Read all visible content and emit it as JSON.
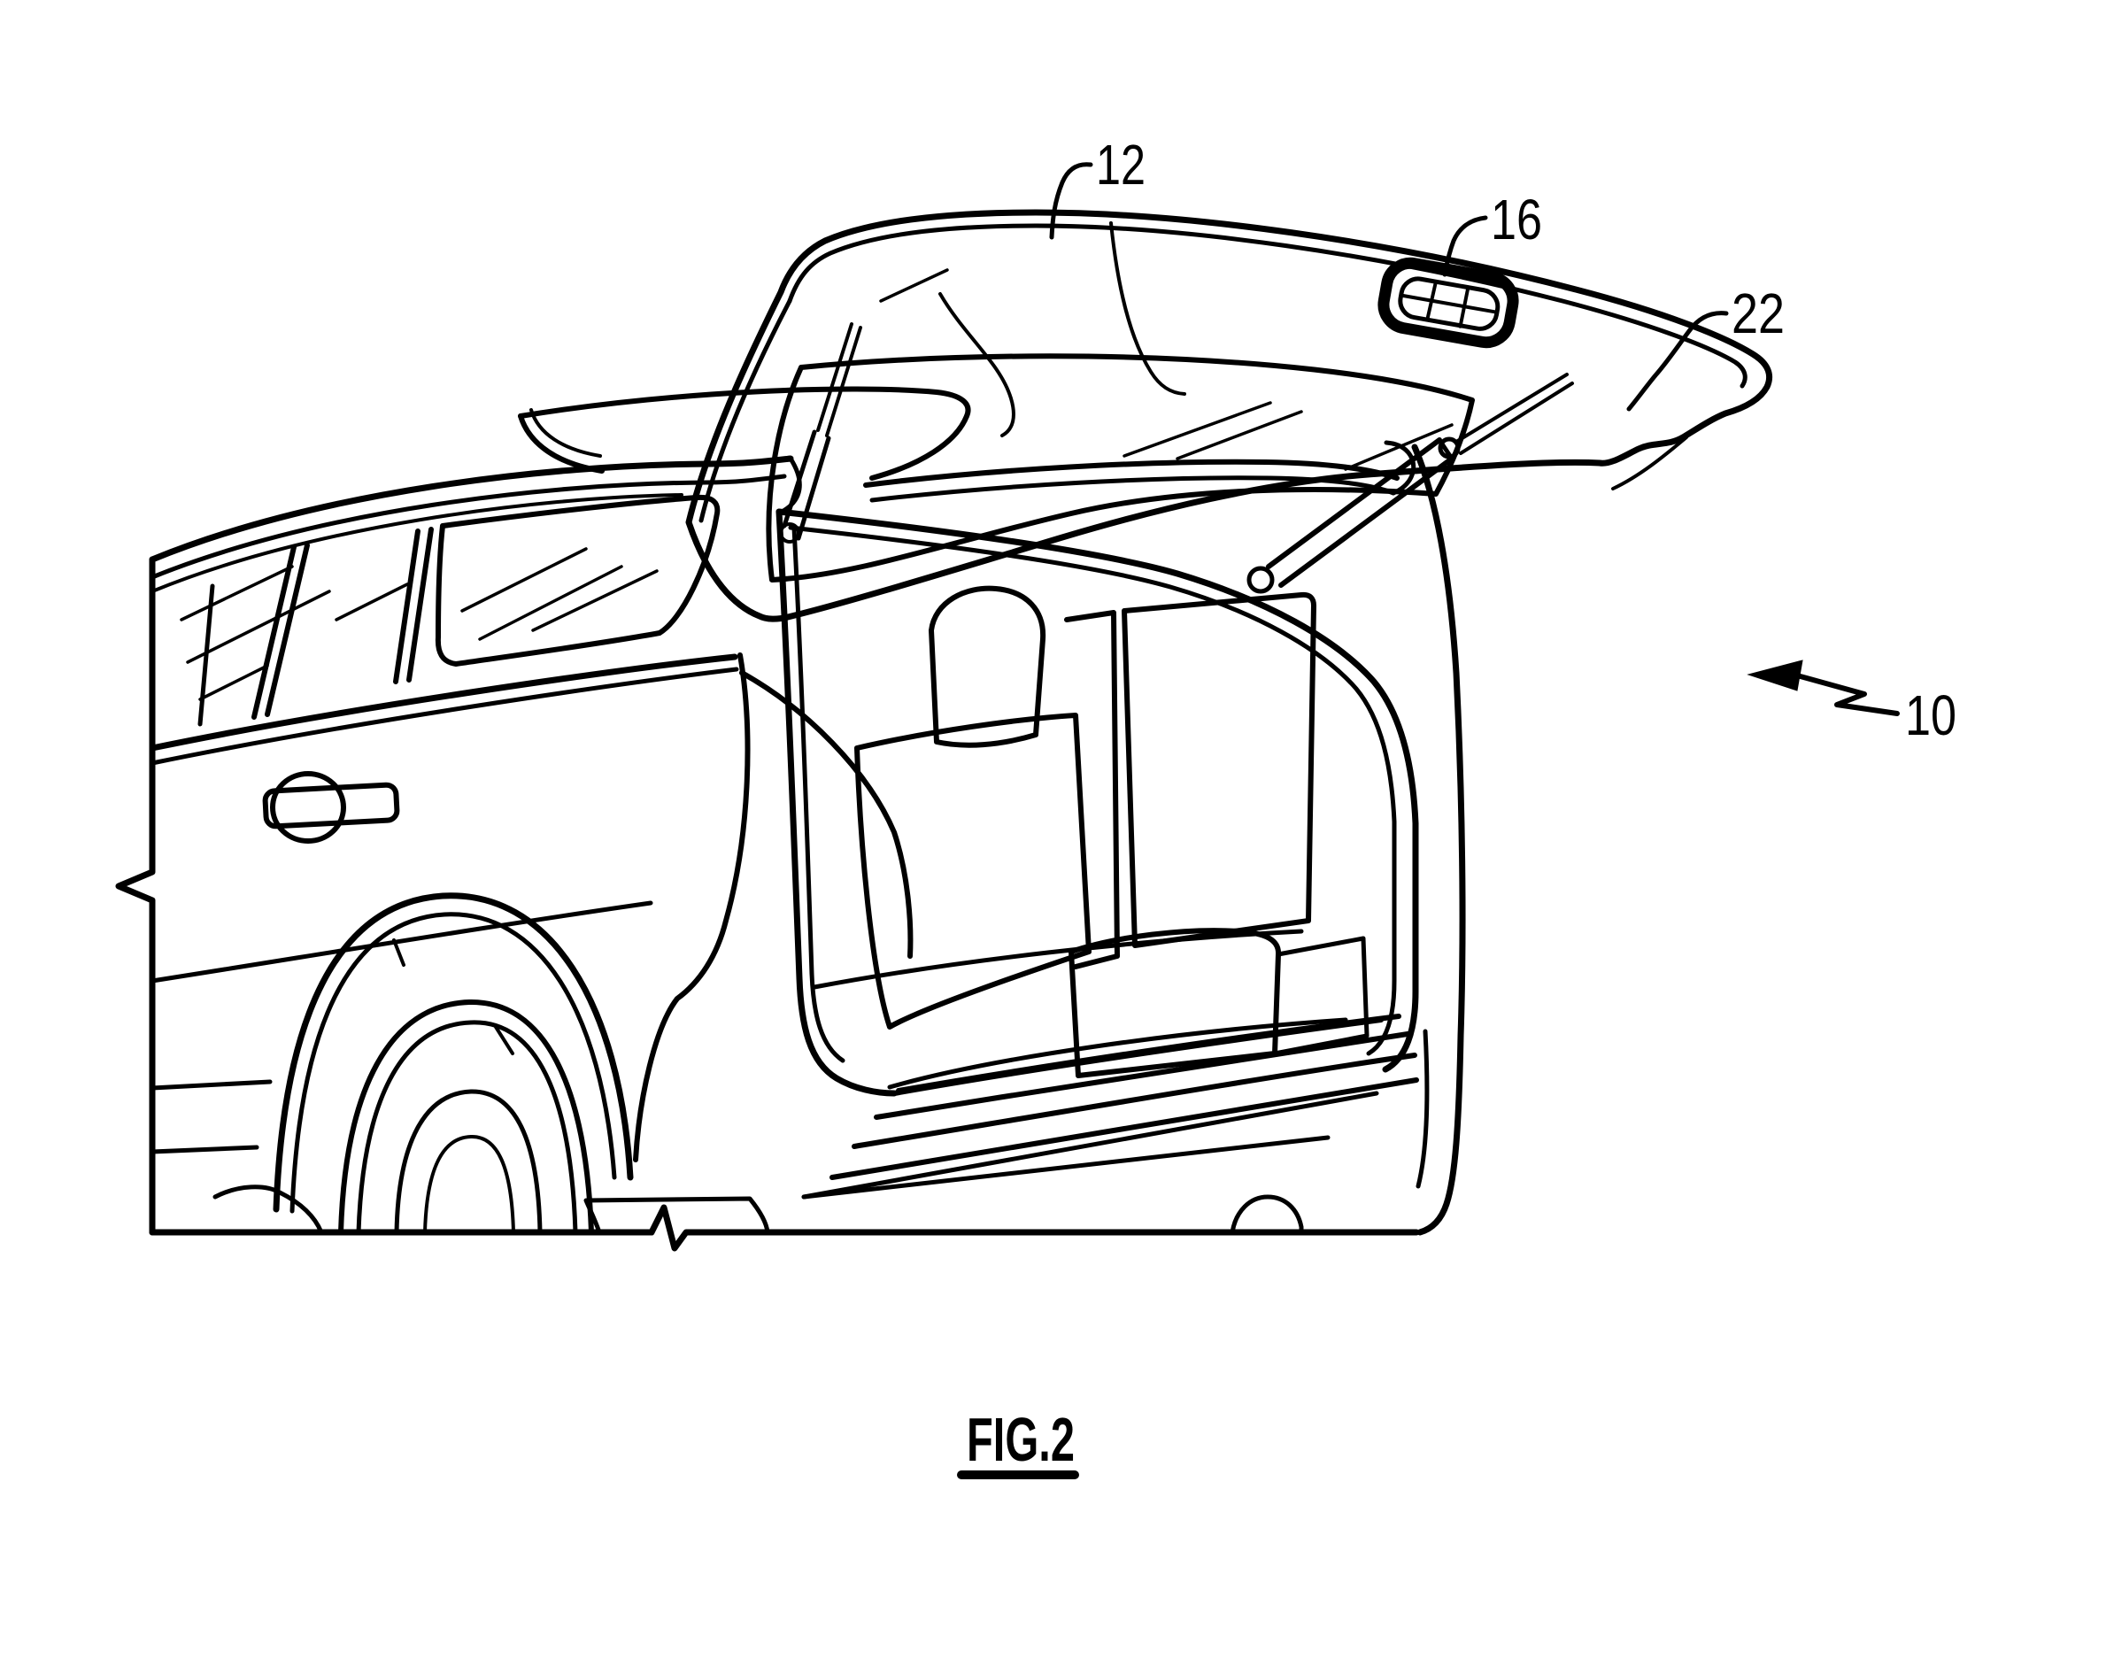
{
  "figure": {
    "caption": "FIG.2",
    "labels": {
      "ref_12": "12",
      "ref_16": "16",
      "ref_22": "22",
      "ref_10": "10"
    },
    "colors": {
      "line": "#000000",
      "background": "#ffffff"
    }
  }
}
